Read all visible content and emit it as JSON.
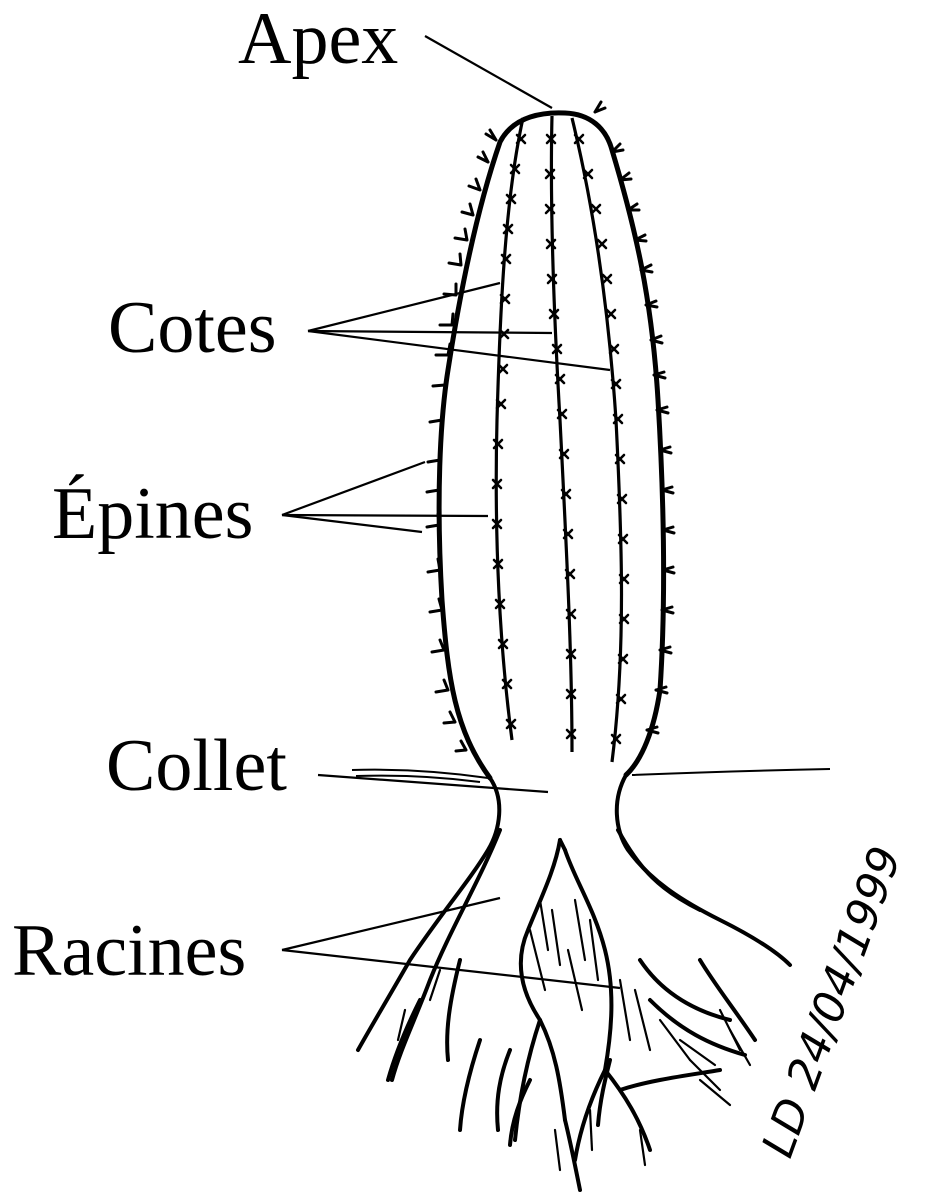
{
  "labels": {
    "apex": "Apex",
    "cotes": "Cotes",
    "epines": "Épines",
    "collet": "Collet",
    "racines": "Racines"
  },
  "signature": "LD 24/04/1999",
  "colors": {
    "ink": "#000000",
    "paper": "#ffffff"
  }
}
